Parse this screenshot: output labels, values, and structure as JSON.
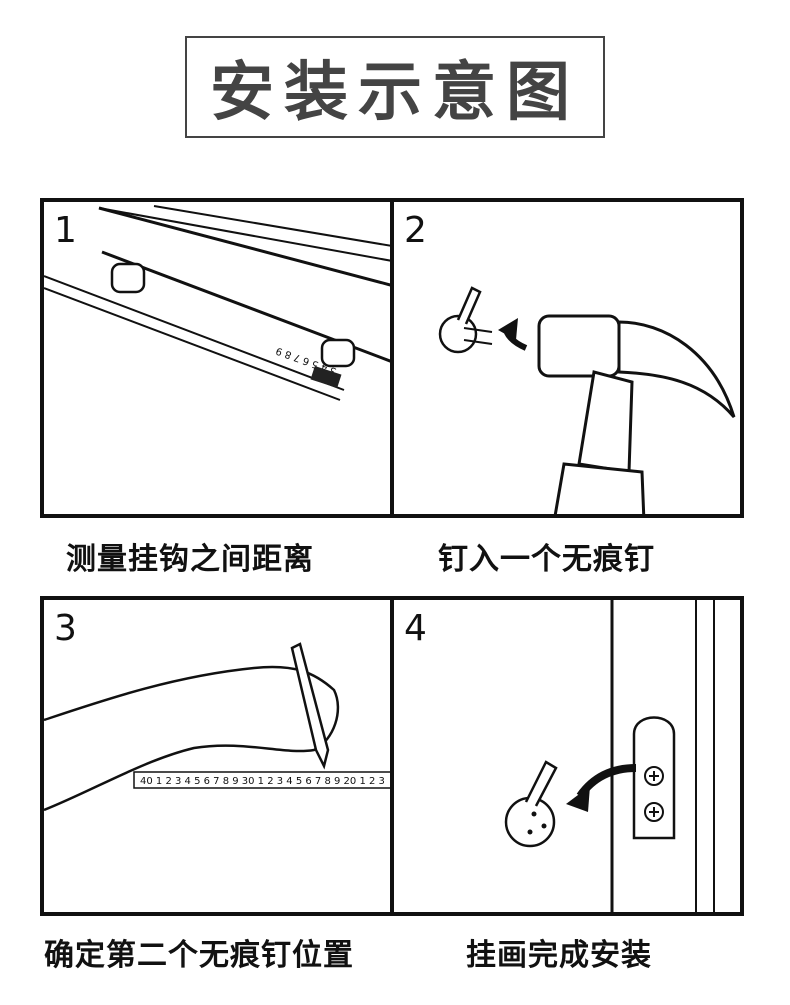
{
  "title": "安装示意图",
  "steps": [
    {
      "number": "1",
      "caption": "测量挂钩之间距离"
    },
    {
      "number": "2",
      "caption": "钉入一个无痕钉"
    },
    {
      "number": "3",
      "caption": "确定第二个无痕钉位置"
    },
    {
      "number": "4",
      "caption": "挂画完成安装"
    }
  ],
  "tape_measure_1": "3 4 5 6 7 8 9",
  "ruler_3": "40 1 2 3 4 5 6 7 8 9 30 1 2 3 4 5 6 7 8 9 20 1 2 3"
}
